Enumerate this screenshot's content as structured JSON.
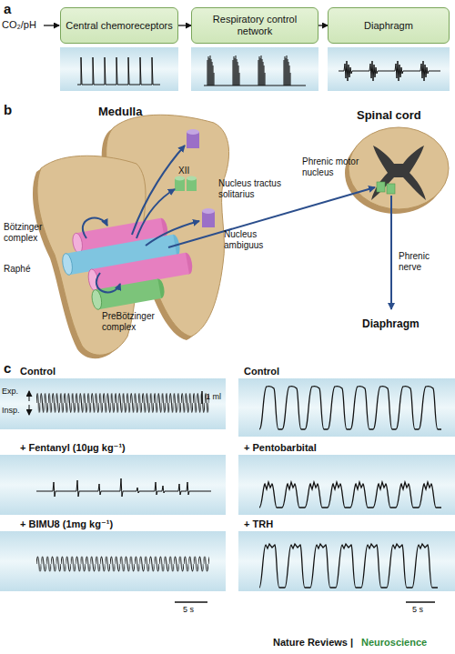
{
  "diagram": {
    "nodes": [
      {
        "text": [
          "Central chemoreceptors"
        ]
      },
      {
        "text": [
          "Respiratory control network"
        ]
      },
      {
        "text": [
          "Diaphragm"
        ]
      }
    ],
    "edges": [
      {
        "from": 0,
        "to": 1,
        "arrow": "to"
      },
      {
        "from": 1,
        "to": 2,
        "arrow": "to"
      }
    ],
    "labels": [
      "a",
      "CO₂/pH",
      "b",
      "Medulla",
      "Spinal cord",
      "XII",
      "Nucleus tractus solitarius",
      "Bötzinger complex",
      "Raphé",
      "Nucleus ambiguus",
      "PreBötzinger complex",
      "Phrenic motor nucleus",
      "Phrenic nerve",
      "Diaphragm",
      "c",
      "Control",
      "Exp.",
      "Insp.",
      "1 ml",
      "+ Fentanyl (10µg kg⁻¹)",
      "+ BIMU8 (1mg kg⁻¹)",
      "5 s",
      "Control",
      "+ Pentobarbital",
      "+ TRH",
      "5 s",
      "Nature Reviews |",
      "Neuroscience"
    ]
  }
}
